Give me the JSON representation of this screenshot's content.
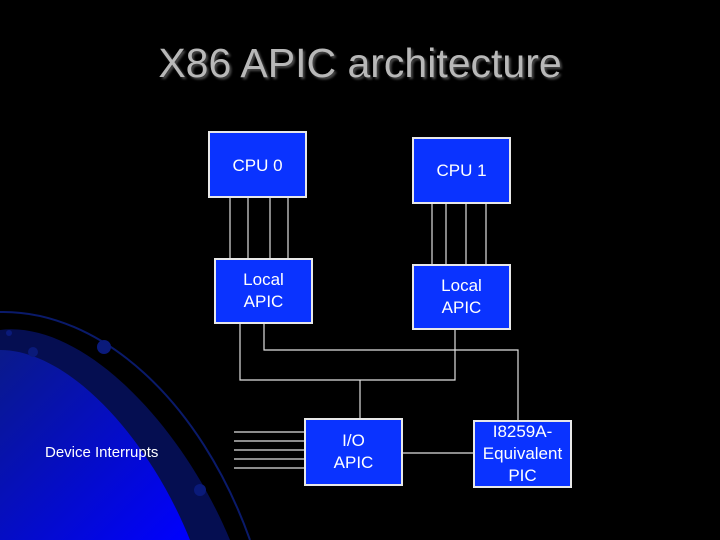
{
  "slide": {
    "title": "X86 APIC architecture",
    "background_color": "#000000",
    "box_color": "#0a33ff"
  },
  "nodes": {
    "cpu0": "CPU 0",
    "cpu1": "CPU 1",
    "local_apic_0": "Local\nAPIC",
    "local_apic_1": "Local\nAPIC",
    "io_apic": "I/O\nAPIC",
    "pic": "I8259A-\nEquivalent\nPIC"
  },
  "labels": {
    "device_interrupts": "Device Interrupts"
  }
}
